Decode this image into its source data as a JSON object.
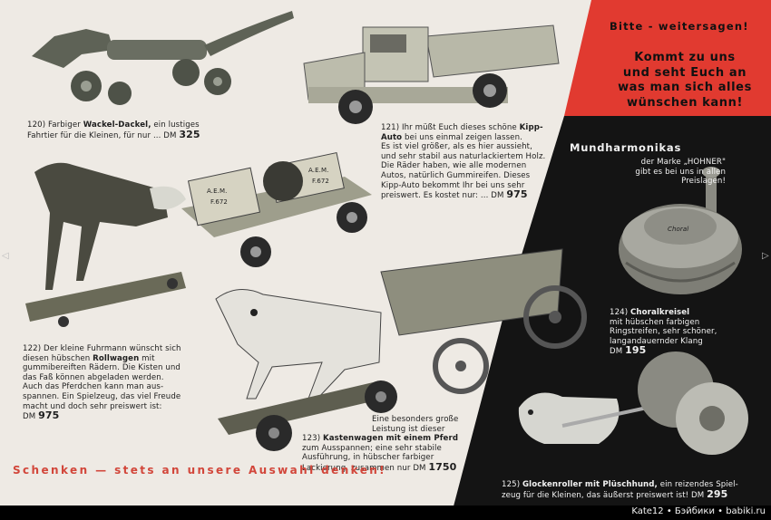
{
  "red_panel": {
    "header": "Bitte - weitersagen!",
    "body": "Kommt zu uns\nund seht Euch an\nwas man sich alles\nwünschen kann!"
  },
  "mundharmonikas": {
    "title": "Mundharmonikas",
    "body": "der Marke „HOHNER\"\ngibt es bei uns in allen\nPreislagen!"
  },
  "items": {
    "dackel": {
      "number": "120)",
      "intro": "Farbiger",
      "name": "Wackel-Dackel,",
      "text": " ein lustiges\nFahrtier für die Kleinen, für nur ... DM",
      "price": "325"
    },
    "kipp_auto": {
      "number": "121)",
      "intro": "Ihr müßt Euch dieses schöne",
      "name": "Kipp-\nAuto",
      "text": " bei uns einmal zeigen lassen.\nEs ist viel größer, als es hier aussieht,\nund sehr stabil aus naturlackiertem Holz.\nDie Räder haben, wie alle modernen\nAutos, natürlich Gummireifen. Dieses\nKipp-Auto bekommt Ihr bei uns sehr\npreiswert. Es kostet nur: ... DM",
      "price": "975"
    },
    "rollwagen": {
      "number": "122)",
      "intro": "Der kleine Fuhrmann wünscht sich\ndiesen hübschen",
      "name": "Rollwagen",
      "text": " mit\ngummibereiften Rädern. Die Kisten und\ndas Faß können abgeladen werden.\nAuch das Pferdchen kann man aus-\nspannen. Ein Spielzeug, das viel Freude\nmacht und doch sehr preiswert ist:\nDM",
      "price": "975"
    },
    "kastenwagen": {
      "lead": "Eine besonders große\nLeistung ist dieser",
      "number": "123)",
      "name": "Kastenwagen mit einem Pferd",
      "text": "\nzum Ausspannen; eine sehr stabile\nAusführung, in hübscher farbiger\nLackierung, zusammen nur DM",
      "price": "1750"
    },
    "choralkreisel": {
      "number": "124)",
      "name": "Choralkreisel",
      "text": "\nmit hübschen farbigen\nRingstreifen, sehr schöner,\nlangandauernder Klang\nDM",
      "price": "195"
    },
    "glockenroller": {
      "number": "125)",
      "name": "Glockenroller mit Plüschhund,",
      "text": " ein reizendes Spiel-\nzeug für die Kleinen, das äußerst preiswert ist! DM",
      "price": "295"
    }
  },
  "toy_labels": {
    "crate1": "A.E.M.",
    "crate1b": "F.672",
    "crate2": "A.E.M.",
    "crate2b": "F.672",
    "top": "Choral"
  },
  "banner": "Schenken — stets an unsere Auswahl denken!",
  "watermark": "Kate12 • Бэйбики • babiki.ru",
  "nav": {
    "left": "◁",
    "right": "▷"
  },
  "colors": {
    "paper": "#eeeae4",
    "red": "#e13a30",
    "dark": "#141414",
    "banner_red": "#d2463a"
  }
}
